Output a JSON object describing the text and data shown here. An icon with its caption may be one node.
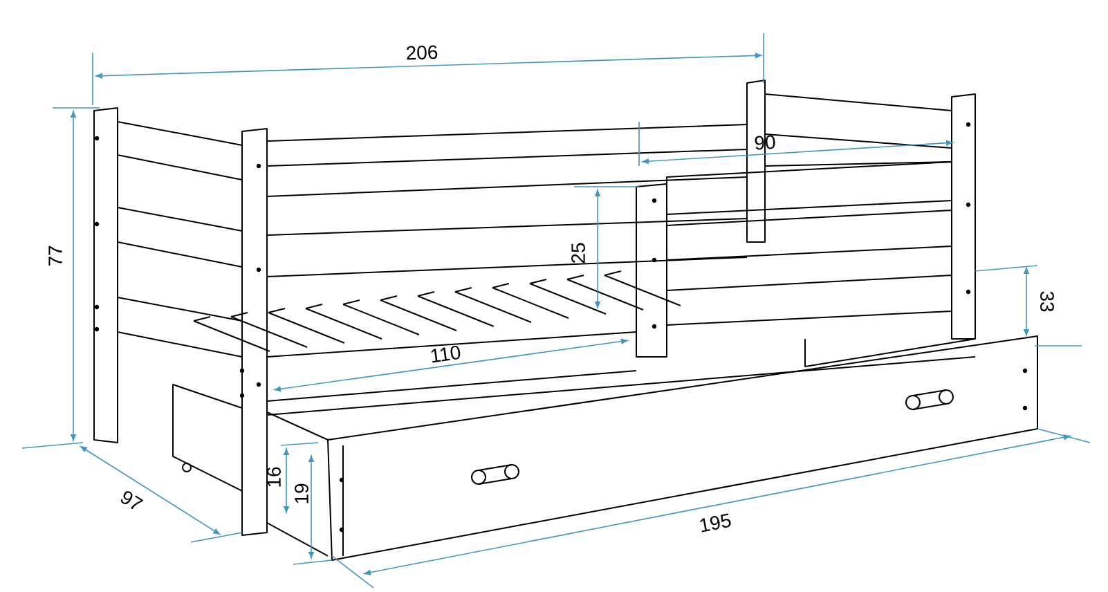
{
  "diagram": {
    "labels": [
      "206",
      "77",
      "90",
      "25",
      "33",
      "110",
      "97",
      "16",
      "19",
      "195"
    ]
  }
}
